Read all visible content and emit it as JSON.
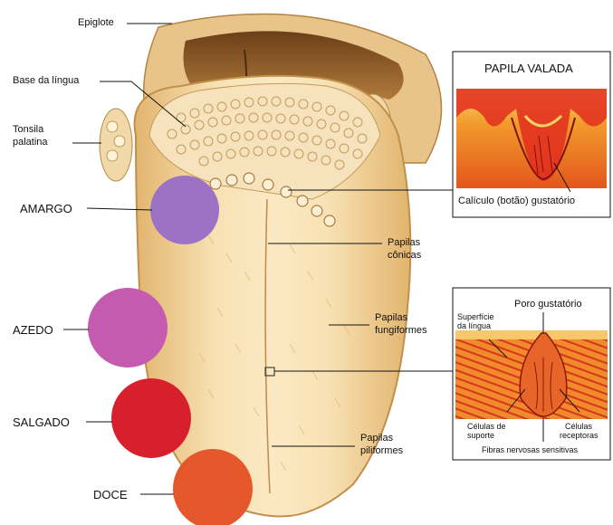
{
  "labels": {
    "epiglote": "Epiglote",
    "base_lingua": "Base da língua",
    "tonsila_1": "Tonsila",
    "tonsila_2": "palatina",
    "papilas_conicas_1": "Papilas",
    "papilas_conicas_2": "cônicas",
    "papilas_fungiformes_1": "Papilas",
    "papilas_fungiformes_2": "fungiformes",
    "papilas_piliformes_1": "Papilas",
    "papilas_piliformes_2": "piliformes"
  },
  "tastes": [
    {
      "label": "AMARGO",
      "color": "#9b72c4"
    },
    {
      "label": "AZEDO",
      "color": "#c45bb0"
    },
    {
      "label": "SALGADO",
      "color": "#d8202c"
    },
    {
      "label": "DOCE",
      "color": "#e5582b"
    }
  ],
  "inset_top": {
    "title": "PAPILA VALADA",
    "caption": "Calículo (botão) gustatório"
  },
  "inset_bottom": {
    "poro": "Poro gustatório",
    "superficie_1": "Superfície",
    "superficie_2": "da língua",
    "suporte_1": "Células de",
    "suporte_2": "suporte",
    "receptoras_1": "Células",
    "receptoras_2": "receptoras",
    "fibras": "Fibras nervosas sensitivas"
  },
  "colors": {
    "tongue_fill": "#f3d49a",
    "tongue_edge": "#c99a55",
    "throat": "#8a5a2a",
    "tissue_red": "#d9301e",
    "tissue_orange": "#f08a2a"
  }
}
